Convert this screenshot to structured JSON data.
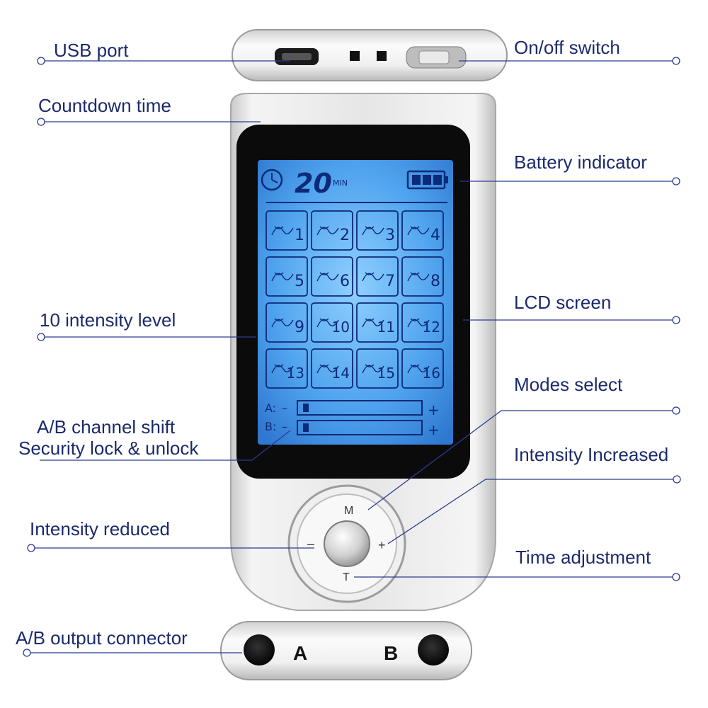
{
  "callouts": {
    "usb_port": "USB port",
    "on_off_switch": "On/off switch",
    "countdown_time": "Countdown time",
    "battery_indicator": "Battery indicator",
    "lcd_screen": "LCD screen",
    "intensity_level": "10 intensity level",
    "modes_select": "Modes select",
    "channel_shift_line1": "A/B channel shift",
    "channel_shift_line2": "Security lock & unlock",
    "intensity_increased": "Intensity Increased",
    "intensity_reduced": "Intensity reduced",
    "time_adjustment": "Time adjustment",
    "output_connector": "A/B output connector"
  },
  "lcd": {
    "timer_value": "20",
    "timer_unit": "MIN",
    "modes": [
      "1",
      "2",
      "3",
      "4",
      "5",
      "6",
      "7",
      "8",
      "9",
      "10",
      "11",
      "12",
      "13",
      "14",
      "15",
      "16"
    ],
    "channel_a_label": "A:",
    "channel_b_label": "B:",
    "minus": "–",
    "plus": "+"
  },
  "buttons": {
    "mode": "M",
    "minus": "–",
    "plus": "+",
    "time": "T"
  },
  "connector": {
    "a": "A",
    "b": "B"
  },
  "colors": {
    "label": "#1b2a6b",
    "leader_line": "#2b3a8f",
    "lcd_blue": "#3d8fe0",
    "lcd_ink": "#0d2a78"
  }
}
